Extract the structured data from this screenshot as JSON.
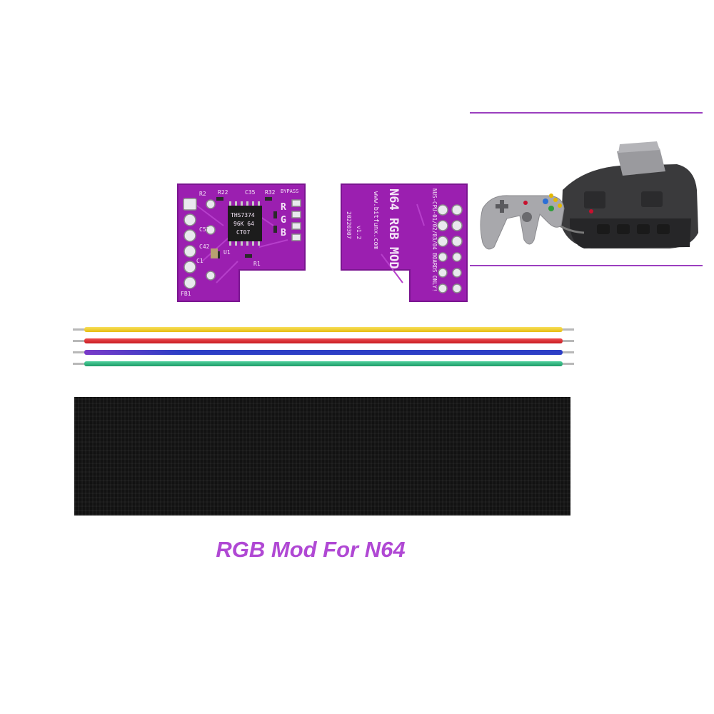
{
  "product": {
    "caption": "RGB Mod For N64"
  },
  "board_front": {
    "chip_lines": [
      "THS7374",
      "96K 64",
      "CT07"
    ],
    "labels": [
      "R2",
      "R22",
      "C35",
      "R32",
      "C1",
      "C42",
      "C51",
      "FB1",
      "U1",
      "R1"
    ],
    "bypass": "BYPASS",
    "rgb": [
      "R",
      "G",
      "B"
    ]
  },
  "board_back": {
    "title": "N64 RGB MOD",
    "site": "www.bitfunx.com",
    "version": "v1.2",
    "date": "20220307",
    "compat": "NUS-CPU-01/02/03/04 BOARDS ONLY!"
  },
  "wires": {
    "colors": [
      "#f2cc1b",
      "#d8232a",
      "#2d3fc6",
      "#25b07a"
    ]
  },
  "colors": {
    "pcb": "#9b1fb0",
    "accent": "#9b3fbf",
    "caption": "#b048d4"
  }
}
